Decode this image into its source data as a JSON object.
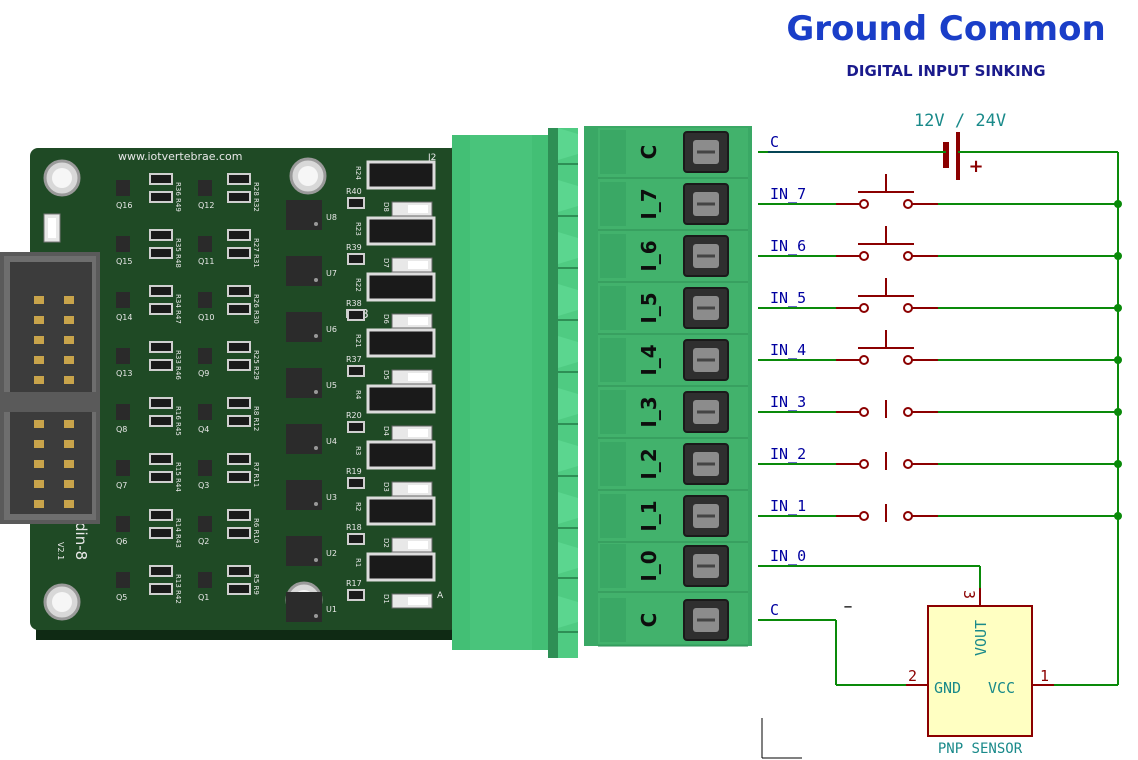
{
  "header": {
    "title": "Ground Common",
    "subtitle": "DIGITAL INPUT SINKING"
  },
  "supply": {
    "label": "12V / 24V",
    "plus": "+",
    "minus": "–"
  },
  "board": {
    "url": "www.iotvertebrae.com",
    "name": "din-8",
    "version": "V2.1",
    "connector_ref": "J2",
    "r38_label": "R38",
    "pin1_marker": "A",
    "silk_refs_left": [
      "Q16",
      "Q15",
      "Q14",
      "Q13",
      "Q8",
      "Q7",
      "Q6",
      "Q5"
    ],
    "silk_refs_mid": [
      "Q12",
      "Q11",
      "Q10",
      "Q9",
      "Q4",
      "Q3",
      "Q2",
      "Q1"
    ],
    "silk_refs_res_a": [
      "R36 R49",
      "R35 R48",
      "R34 R47",
      "R33 R46",
      "R16 R45",
      "R15 R44",
      "R14 R43",
      "R13 R42"
    ],
    "silk_refs_res_b": [
      "R28 R32",
      "R27 R31",
      "R26 R30",
      "R25 R29",
      "R8 R12",
      "R7 R11",
      "R6 R10",
      "R5 R9"
    ],
    "optos": [
      "U8",
      "U7",
      "U6",
      "U5",
      "U4",
      "U3",
      "U2",
      "U1"
    ],
    "diodes": [
      "D8",
      "D7",
      "D6",
      "D5",
      "D4",
      "D3",
      "D2",
      "D1"
    ],
    "res_right_top": [
      "R40",
      "R39",
      "R38",
      "R37",
      "R20",
      "R19",
      "R18",
      "R17"
    ],
    "res_right_side": [
      "R24",
      "R23",
      "R22",
      "R21",
      "R4",
      "R3",
      "R2",
      "R1"
    ]
  },
  "terminal_labels": [
    "C",
    "I_7",
    "I_6",
    "I_5",
    "I_4",
    "I_3",
    "I_2",
    "I_1",
    "I_0",
    "C"
  ],
  "net_labels": [
    "C",
    "IN_7",
    "IN_6",
    "IN_5",
    "IN_4",
    "IN_3",
    "IN_2",
    "IN_1",
    "IN_0",
    "C"
  ],
  "switches": [
    {
      "net": "IN_7",
      "type": "push-button"
    },
    {
      "net": "IN_6",
      "type": "push-button"
    },
    {
      "net": "IN_5",
      "type": "push-button"
    },
    {
      "net": "IN_4",
      "type": "push-button"
    },
    {
      "net": "IN_3",
      "type": "toggle"
    },
    {
      "net": "IN_2",
      "type": "toggle"
    },
    {
      "net": "IN_1",
      "type": "toggle"
    }
  ],
  "sensor": {
    "name": "PNP SENSOR",
    "pin_vout": "VOUT",
    "pin_gnd": "GND",
    "pin_vcc": "VCC",
    "pin_num_vout": "3",
    "pin_num_gnd": "2",
    "pin_num_vcc": "1"
  },
  "colors": {
    "title": "#1a3ec8",
    "subtitle": "#1a1a8c",
    "wire": "#0a8a0a",
    "net_label": "#0000a0",
    "switch": "#8b0000",
    "supply_label": "#1a8a8a",
    "sensor_fill": "#ffffc2",
    "sensor_border": "#8b0000",
    "sensor_text": "#1a8a8a",
    "pcb": "#1f4a25",
    "terminal": "#3bb56d"
  }
}
